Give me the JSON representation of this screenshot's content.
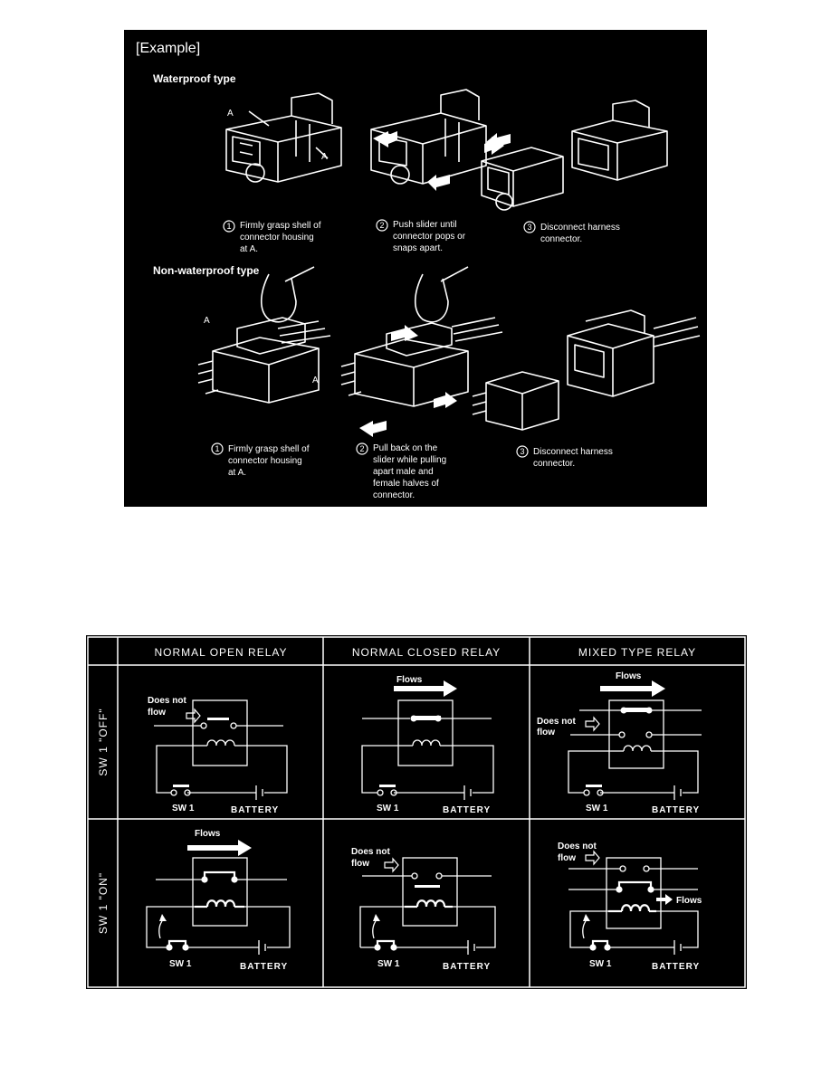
{
  "connector_panel": {
    "example_label": "[Example]",
    "waterproof": {
      "heading": "Waterproof type",
      "callout": "A",
      "steps": [
        {
          "num": "1",
          "lines": [
            "Firmly grasp shell of",
            "connector housing",
            "at A."
          ]
        },
        {
          "num": "2",
          "lines": [
            "Push slider until",
            "connector pops or",
            "snaps apart."
          ]
        },
        {
          "num": "3",
          "lines": [
            "Disconnect harness",
            "connector."
          ]
        }
      ]
    },
    "non_waterproof": {
      "heading": "Non-waterproof type",
      "callout": "A",
      "steps": [
        {
          "num": "1",
          "lines": [
            "Firmly grasp shell of",
            "connector housing",
            "at A."
          ]
        },
        {
          "num": "2",
          "lines": [
            "Pull back on the",
            "slider while pulling",
            "apart male and",
            "female halves of",
            "connector."
          ]
        },
        {
          "num": "3",
          "lines": [
            "Disconnect harness",
            "connector."
          ]
        }
      ]
    }
  },
  "relay_table": {
    "headers": [
      "NORMAL OPEN RELAY",
      "NORMAL CLOSED RELAY",
      "MIXED TYPE RELAY"
    ],
    "row_labels": [
      "SW 1 \"OFF\"",
      "SW 1 \"ON\""
    ],
    "labels": {
      "flows": "Flows",
      "does_not_1": "Does not",
      "does_not_2": "flow",
      "sw1": "SW 1",
      "battery": "BATTERY"
    }
  },
  "colors": {
    "background": "#000000",
    "ink": "#ffffff",
    "page": "#ffffff"
  }
}
